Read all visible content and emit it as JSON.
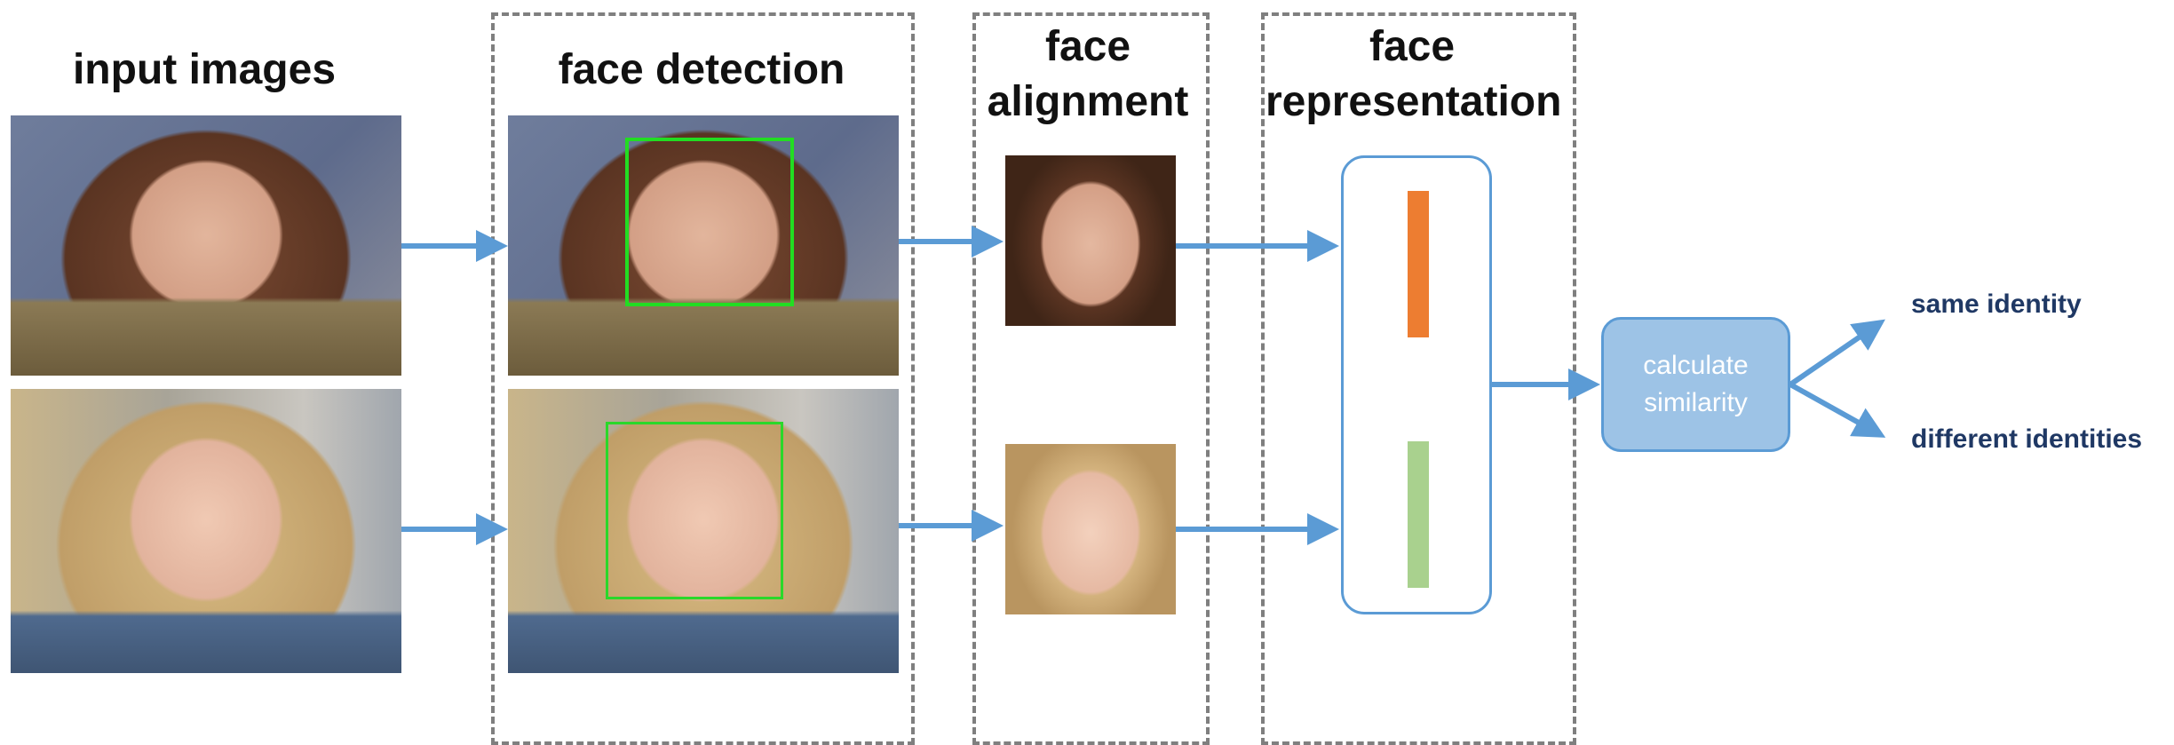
{
  "titles": {
    "input_images": "input images",
    "face_detection": "face detection",
    "face_alignment_line1": "face",
    "face_alignment_line2": "alignment",
    "face_representation_line1": "face",
    "face_representation_line2": "representation"
  },
  "calculate_similarity": "calculate similarity",
  "outputs": {
    "same": "same identity",
    "different": "different identities"
  },
  "colors": {
    "arrow": "#5b9bd5",
    "calc_fill": "#9dc3e6",
    "feature_bar_top": "#ed7d31",
    "feature_bar_bottom": "#a9d18e",
    "detection_box": "#22dd22",
    "output_text": "#1f3864"
  }
}
